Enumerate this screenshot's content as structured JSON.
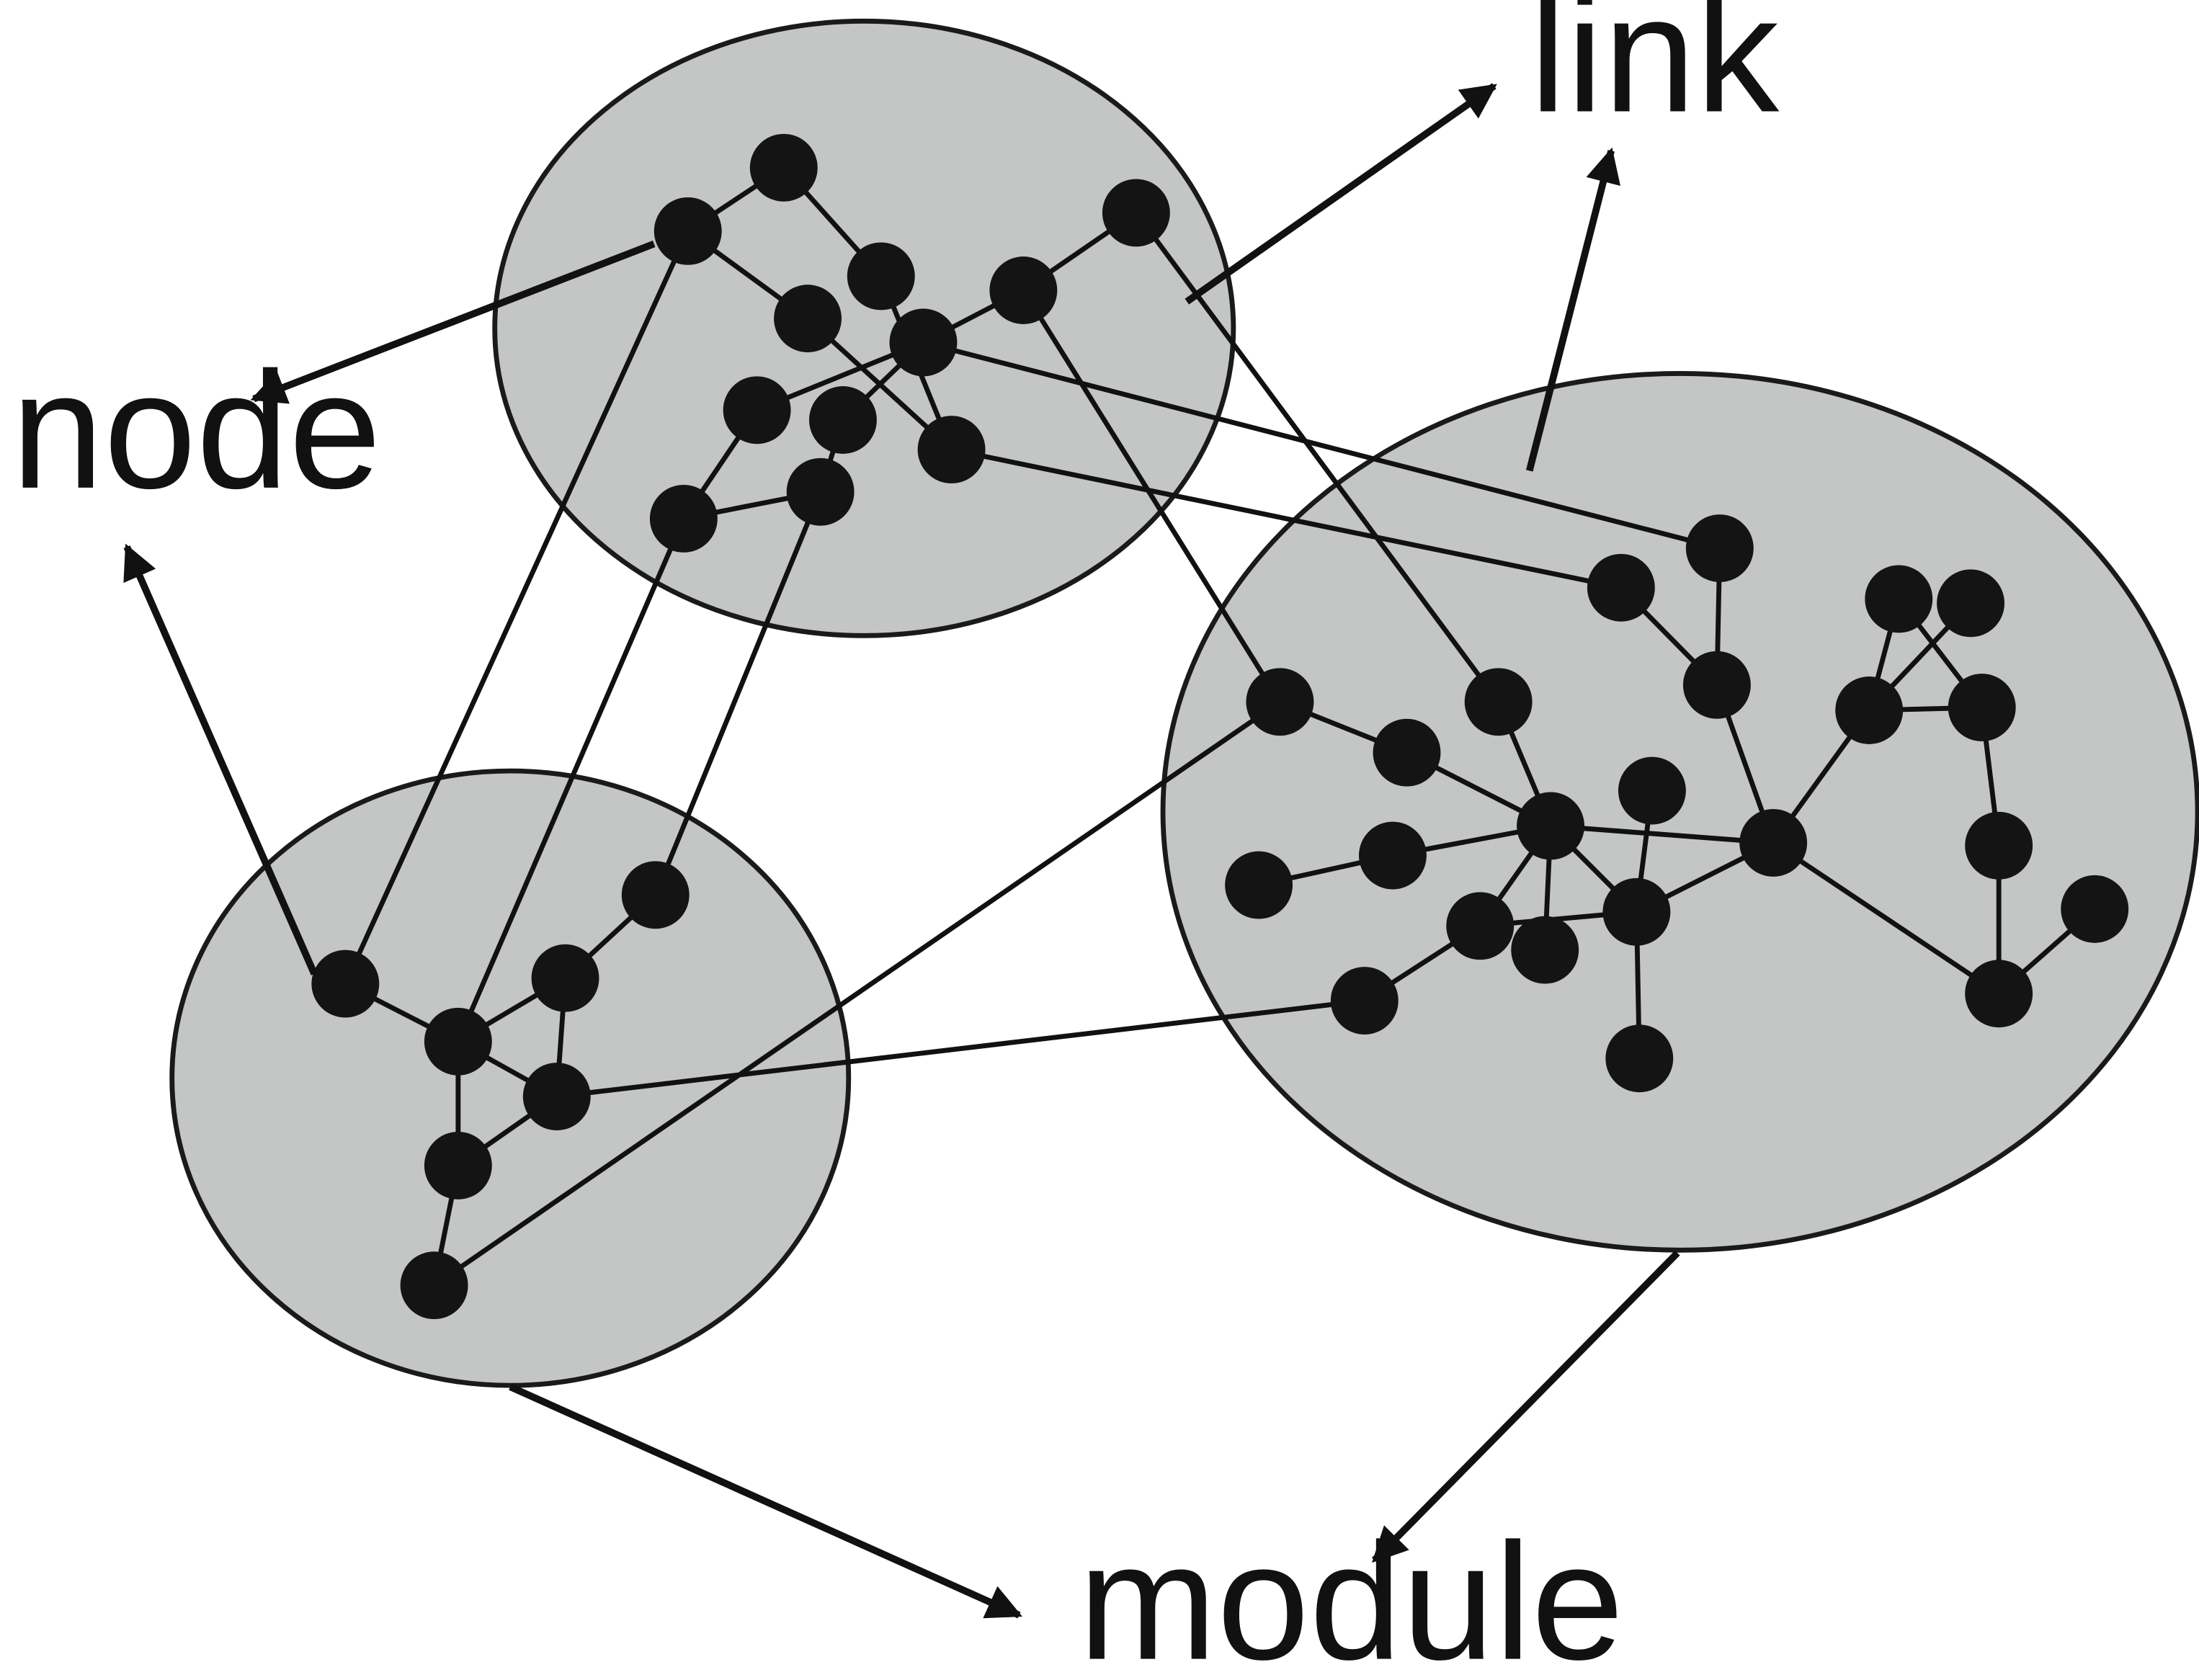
{
  "labels": {
    "node": "node",
    "link": "link",
    "module": "module"
  },
  "colors": {
    "module_fill": "#c4c5c5",
    "node_fill": "#141414",
    "line": "#111111",
    "background": "#ffffff"
  }
}
